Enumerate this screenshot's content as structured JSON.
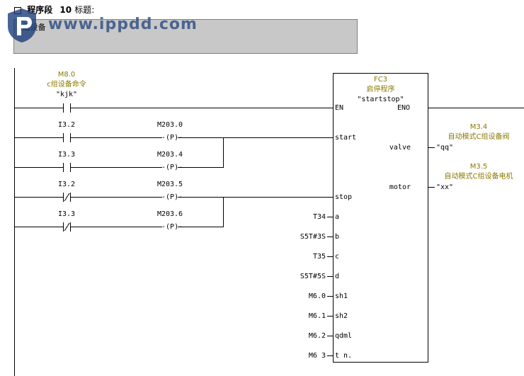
{
  "network": {
    "prefix": "程序段",
    "number": "10",
    "title_label": "标题:",
    "comment": "C组设备"
  },
  "watermark": {
    "text": "www.ippdd.com",
    "color": "#1c3f7a"
  },
  "enable_contact": {
    "address": "M8.0",
    "comment": "c组设备命令",
    "symbol": "\"kjk\""
  },
  "rungs": [
    {
      "contact": "I3.2",
      "contact_type": "NO",
      "coil": "M203.0",
      "coil_type": "P"
    },
    {
      "contact": "I3.3",
      "contact_type": "NO",
      "coil": "M203.4",
      "coil_type": "P"
    },
    {
      "contact": "I3.2",
      "contact_type": "NC",
      "coil": "M203.5",
      "coil_type": "P"
    },
    {
      "contact": "I3.3",
      "contact_type": "NC",
      "coil": "M203.6",
      "coil_type": "P"
    }
  ],
  "block": {
    "name": "FC3",
    "comment": "启停程序",
    "symbol": "\"startstop\"",
    "en": "EN",
    "eno": "ENO",
    "inputs": [
      {
        "pin": "start",
        "value": ""
      },
      {
        "pin": "stop",
        "value": ""
      },
      {
        "pin": "a",
        "value": "T34"
      },
      {
        "pin": "b",
        "value": "S5T#3S"
      },
      {
        "pin": "c",
        "value": "T35"
      },
      {
        "pin": "d",
        "value": "S5T#5S"
      },
      {
        "pin": "sh1",
        "value": "M6.0"
      },
      {
        "pin": "sh2",
        "value": "M6.1"
      },
      {
        "pin": "qdml",
        "value": "M6.2"
      },
      {
        "pin": "t n.",
        "value": "M6 3"
      }
    ],
    "outputs": [
      {
        "pin": "valve",
        "address": "M3.4",
        "comment": "自动模式C组设备阀",
        "symbol": "\"qq\""
      },
      {
        "pin": "motor",
        "address": "M3.5",
        "comment": "自动模式C组设备电机",
        "symbol": "\"xx\""
      }
    ]
  },
  "colors": {
    "comment_text": "#8b7a00",
    "comment_box": "#c8c8c8",
    "lines": "#000000"
  }
}
